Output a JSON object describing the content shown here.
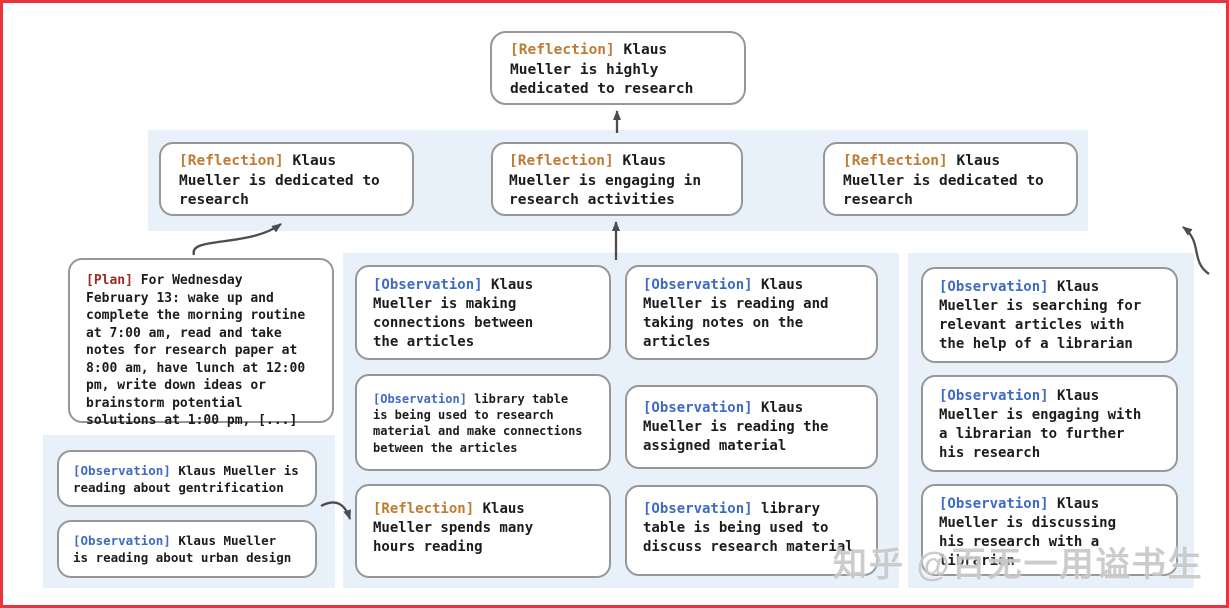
{
  "colors": {
    "frame_border": "#e8343c",
    "band_background": "#e8f0fa",
    "node_border": "#979797",
    "reflection_tag": "#bf7a33",
    "observation_tag": "#3e6ac6",
    "plan_tag": "#9b2b28",
    "arrow": "#4d4d4d",
    "text": "#1c1c1c"
  },
  "watermark": "知乎 @百无一用谥书生",
  "nodes": {
    "root": {
      "tag": "[Reflection]",
      "text": "Klaus Mueller is highly dedicated to research"
    },
    "l2a": {
      "tag": "[Reflection]",
      "text": "Klaus Mueller is dedicated to research"
    },
    "l2b": {
      "tag": "[Reflection]",
      "text": "Klaus Mueller is engaging in research activities"
    },
    "l2c": {
      "tag": "[Reflection]",
      "text": "Klaus Mueller is dedicated to research"
    },
    "plan": {
      "tag": "[Plan]",
      "text": "For Wednesday February 13: wake up and complete the morning routine at 7:00 am, read and take notes for research paper at 8:00 am, have lunch at 12:00 pm, write down ideas or brainstorm potential solutions at 1:00 pm, [...]"
    },
    "obs_left_1": {
      "tag": "[Observation]",
      "text": "Klaus Mueller is reading about gentrification"
    },
    "obs_left_2": {
      "tag": "[Observation]",
      "text": "Klaus Mueller is reading about urban design"
    },
    "mid_a1": {
      "tag": "[Observation]",
      "text": "Klaus Mueller is making connections between the articles"
    },
    "mid_a2": {
      "tag": "[Observation]",
      "text": "library table is being used to research material and make connections between the articles"
    },
    "mid_a3": {
      "tag": "[Reflection]",
      "text": "Klaus Mueller spends many hours reading"
    },
    "mid_b1": {
      "tag": "[Observation]",
      "text": "Klaus Mueller is reading and taking notes on the articles"
    },
    "mid_b2": {
      "tag": "[Observation]",
      "text": "Klaus Mueller is reading the assigned material"
    },
    "mid_b3": {
      "tag": "[Observation]",
      "text": "library table is being used to discuss research material"
    },
    "right_1": {
      "tag": "[Observation]",
      "text": "Klaus Mueller is searching for relevant articles with the help of a librarian"
    },
    "right_2": {
      "tag": "[Observation]",
      "text": "Klaus Mueller is engaging with a librarian to further his research"
    },
    "right_3": {
      "tag": "[Observation]",
      "text": "Klaus Mueller is discussing his research with a librarian"
    }
  }
}
